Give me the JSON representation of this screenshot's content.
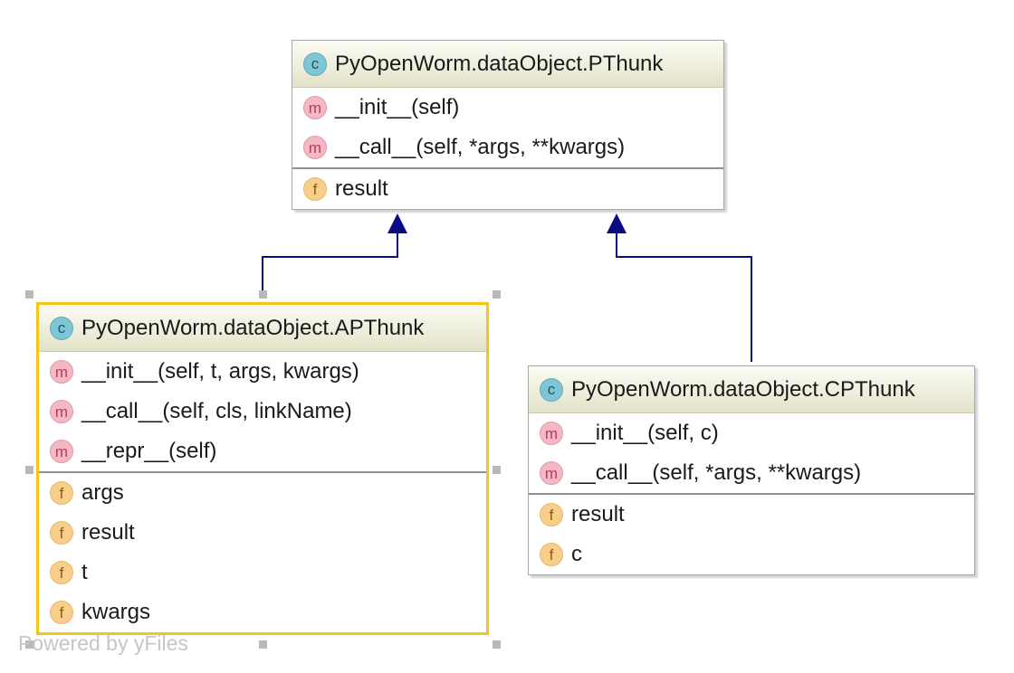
{
  "classes": {
    "pthunk": {
      "name": "PyOpenWorm.dataObject.PThunk",
      "icon": "c",
      "methods": [
        {
          "icon": "m",
          "text": "__init__(self)"
        },
        {
          "icon": "m",
          "text": "__call__(self, *args, **kwargs)"
        }
      ],
      "fields": [
        {
          "icon": "f",
          "text": "result"
        }
      ]
    },
    "apthunk": {
      "name": "PyOpenWorm.dataObject.APThunk",
      "icon": "c",
      "methods": [
        {
          "icon": "m",
          "text": "__init__(self, t, args, kwargs)"
        },
        {
          "icon": "m",
          "text": "__call__(self, cls, linkName)"
        },
        {
          "icon": "m",
          "text": "__repr__(self)"
        }
      ],
      "fields": [
        {
          "icon": "f",
          "text": "args"
        },
        {
          "icon": "f",
          "text": "result"
        },
        {
          "icon": "f",
          "text": "t"
        },
        {
          "icon": "f",
          "text": "kwargs"
        }
      ]
    },
    "cpthunk": {
      "name": "PyOpenWorm.dataObject.CPThunk",
      "icon": "c",
      "methods": [
        {
          "icon": "m",
          "text": "__init__(self, c)"
        },
        {
          "icon": "m",
          "text": "__call__(self, *args, **kwargs)"
        }
      ],
      "fields": [
        {
          "icon": "f",
          "text": "result"
        },
        {
          "icon": "f",
          "text": "c"
        }
      ]
    }
  },
  "edges": [
    {
      "from": "APThunk",
      "to": "PThunk",
      "type": "inheritance"
    },
    {
      "from": "CPThunk",
      "to": "PThunk",
      "type": "inheritance"
    }
  ],
  "colors": {
    "edge": "#0a0a82",
    "selection": "#f5c518",
    "class_icon": "#7ec5d6",
    "method_icon": "#f4b8c4",
    "field_icon": "#f8cf8a"
  },
  "watermark": "Powered by yFiles"
}
